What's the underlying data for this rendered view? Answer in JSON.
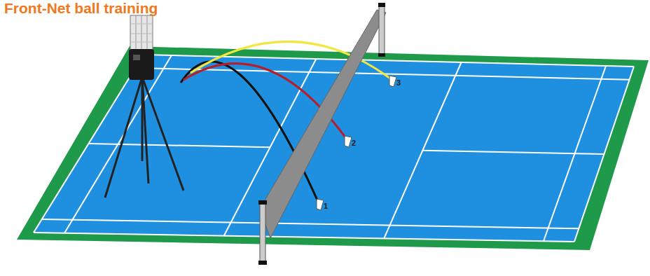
{
  "diagram": {
    "title": "Front-Net ball training",
    "labels": [
      "1",
      "2",
      "3"
    ]
  }
}
